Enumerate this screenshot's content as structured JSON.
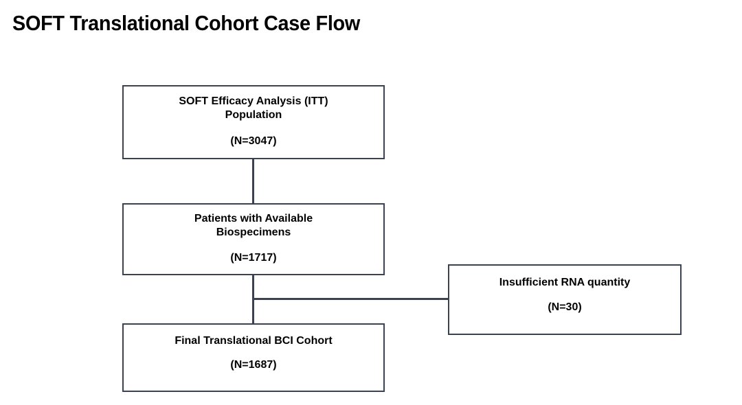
{
  "page": {
    "title": "SOFT Translational Cohort Case Flow",
    "background_color": "#ffffff",
    "border_color": "#3a4150",
    "text_color": "#000000"
  },
  "flowchart": {
    "type": "flow-diagram",
    "orientation": "vertical",
    "nodes": [
      {
        "id": "itt",
        "name": "soft-efficacy-itt-population",
        "line1": "SOFT Efficacy Analysis (ITT)",
        "line2": "Population",
        "count_label": "(N=3047)",
        "n": 3047
      },
      {
        "id": "biospecimens",
        "name": "patients-with-available-biospecimens",
        "line1": "Patients with Available",
        "line2": "Biospecimens",
        "count_label": "(N=1717)",
        "n": 1717
      },
      {
        "id": "final",
        "name": "final-translational-bci-cohort",
        "line1": "Final Translational BCI Cohort",
        "line2": "",
        "count_label": "(N=1687)",
        "n": 1687
      },
      {
        "id": "excluded",
        "name": "insufficient-rna-quantity",
        "line1": "Insufficient RNA quantity",
        "line2": "",
        "count_label": "(N=30)",
        "n": 30
      }
    ],
    "edges": [
      {
        "from": "itt",
        "to": "biospecimens",
        "style": "straight-vertical"
      },
      {
        "from": "biospecimens",
        "to": "final",
        "style": "straight-vertical"
      },
      {
        "from": "biospecimens",
        "to": "excluded",
        "style": "branch-right"
      }
    ]
  }
}
